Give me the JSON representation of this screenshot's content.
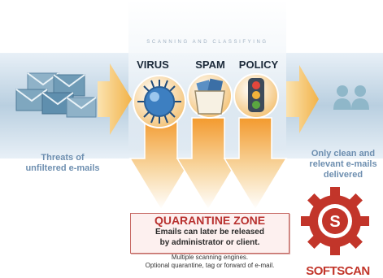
{
  "left_caption": [
    "Threats of",
    "unfiltered e-mails"
  ],
  "right_caption": [
    "Only clean and",
    "relevant e-mails",
    "delivered"
  ],
  "subtitle": "SCANNING AND CLASSIFYING",
  "engines": [
    "VIRUS",
    "SPAM",
    "POLICY"
  ],
  "quarantine": {
    "title": "QUARANTINE ZONE",
    "lines": [
      "Emails can later be released",
      "by administrator or client."
    ]
  },
  "footer": [
    "Multiple scanning engines.",
    "Optional quarantine, tag or forward of e-mail."
  ],
  "brand": {
    "name": "SOFTSCAN",
    "logo_letter": "S"
  },
  "colors": {
    "band": "#b9cfe0",
    "arrow": "#f2c26a",
    "down_arrow": "#f5a84a",
    "brand_red": "#c2352a",
    "quarantine_red": "#b8312f",
    "caption_blue": "#6e8fb0"
  }
}
